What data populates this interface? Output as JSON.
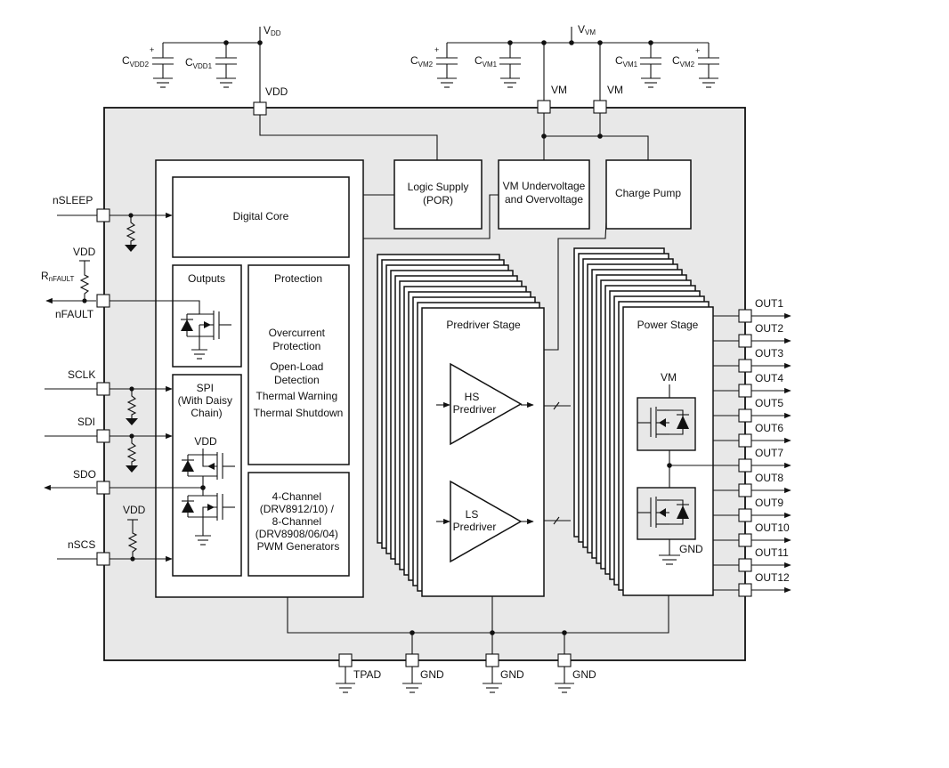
{
  "diagram": {
    "colors": {
      "chip_fill": "#e8e8e8",
      "block_fill": "#ffffff",
      "line": "#111111"
    },
    "supply": {
      "vdd_rail": "V",
      "vdd_rail_sub": "DD",
      "vvm_rail": "V",
      "vvm_rail_sub": "VM",
      "caps_vdd": [
        {
          "name": "C",
          "sub": "VDD2",
          "polarized": true
        },
        {
          "name": "C",
          "sub": "VDD1",
          "polarized": false
        }
      ],
      "caps_vm_left": [
        {
          "name": "C",
          "sub": "VM2",
          "polarized": true
        },
        {
          "name": "C",
          "sub": "VM1",
          "polarized": false
        }
      ],
      "caps_vm_right": [
        {
          "name": "C",
          "sub": "VM1",
          "polarized": false
        },
        {
          "name": "C",
          "sub": "VM2",
          "polarized": true
        }
      ],
      "plus_sign": "+"
    },
    "top_pins": {
      "vdd": "VDD",
      "vm1": "VM",
      "vm2": "VM"
    },
    "left_pins": {
      "nsleep": "nSLEEP",
      "nfault": "nFAULT",
      "sclk": "SCLK",
      "sdi": "SDI",
      "sdo": "SDO",
      "nscs": "nSCS",
      "pullup_vdd": "VDD",
      "rnfault": "R",
      "rnfault_sub": "nFAULT",
      "nscs_vdd": "VDD"
    },
    "blocks": {
      "digital_core": "Digital Core",
      "logic_supply": [
        "Logic Supply",
        "(POR)"
      ],
      "vm_uv_ov": [
        "VM Undervoltage",
        "and Overvoltage"
      ],
      "charge_pump": "Charge Pump",
      "outputs": "Outputs",
      "spi": [
        "SPI",
        "(With Daisy",
        "Chain)"
      ],
      "spi_vdd": "VDD",
      "protection_title": "Protection",
      "protection_items": [
        "Overcurrent",
        "Protection",
        "Open-Load",
        "Detection",
        "Thermal Warning",
        "Thermal Shutdown"
      ],
      "pwm": [
        "4-Channel",
        "(DRV8912/10) /",
        "8-Channel",
        "(DRV8908/06/04)",
        "PWM Generators"
      ],
      "predriver_stage": "Predriver Stage",
      "hs_predriver": [
        "HS",
        "Predriver"
      ],
      "ls_predriver": [
        "LS",
        "Predriver"
      ],
      "power_stage": "Power Stage",
      "power_vm": "VM",
      "power_gnd": "GND"
    },
    "outputs": [
      "OUT1",
      "OUT2",
      "OUT3",
      "OUT4",
      "OUT5",
      "OUT6",
      "OUT7",
      "OUT8",
      "OUT9",
      "OUT10",
      "OUT11",
      "OUT12"
    ],
    "bottom_pins": [
      "TPAD",
      "GND",
      "GND",
      "GND"
    ]
  }
}
